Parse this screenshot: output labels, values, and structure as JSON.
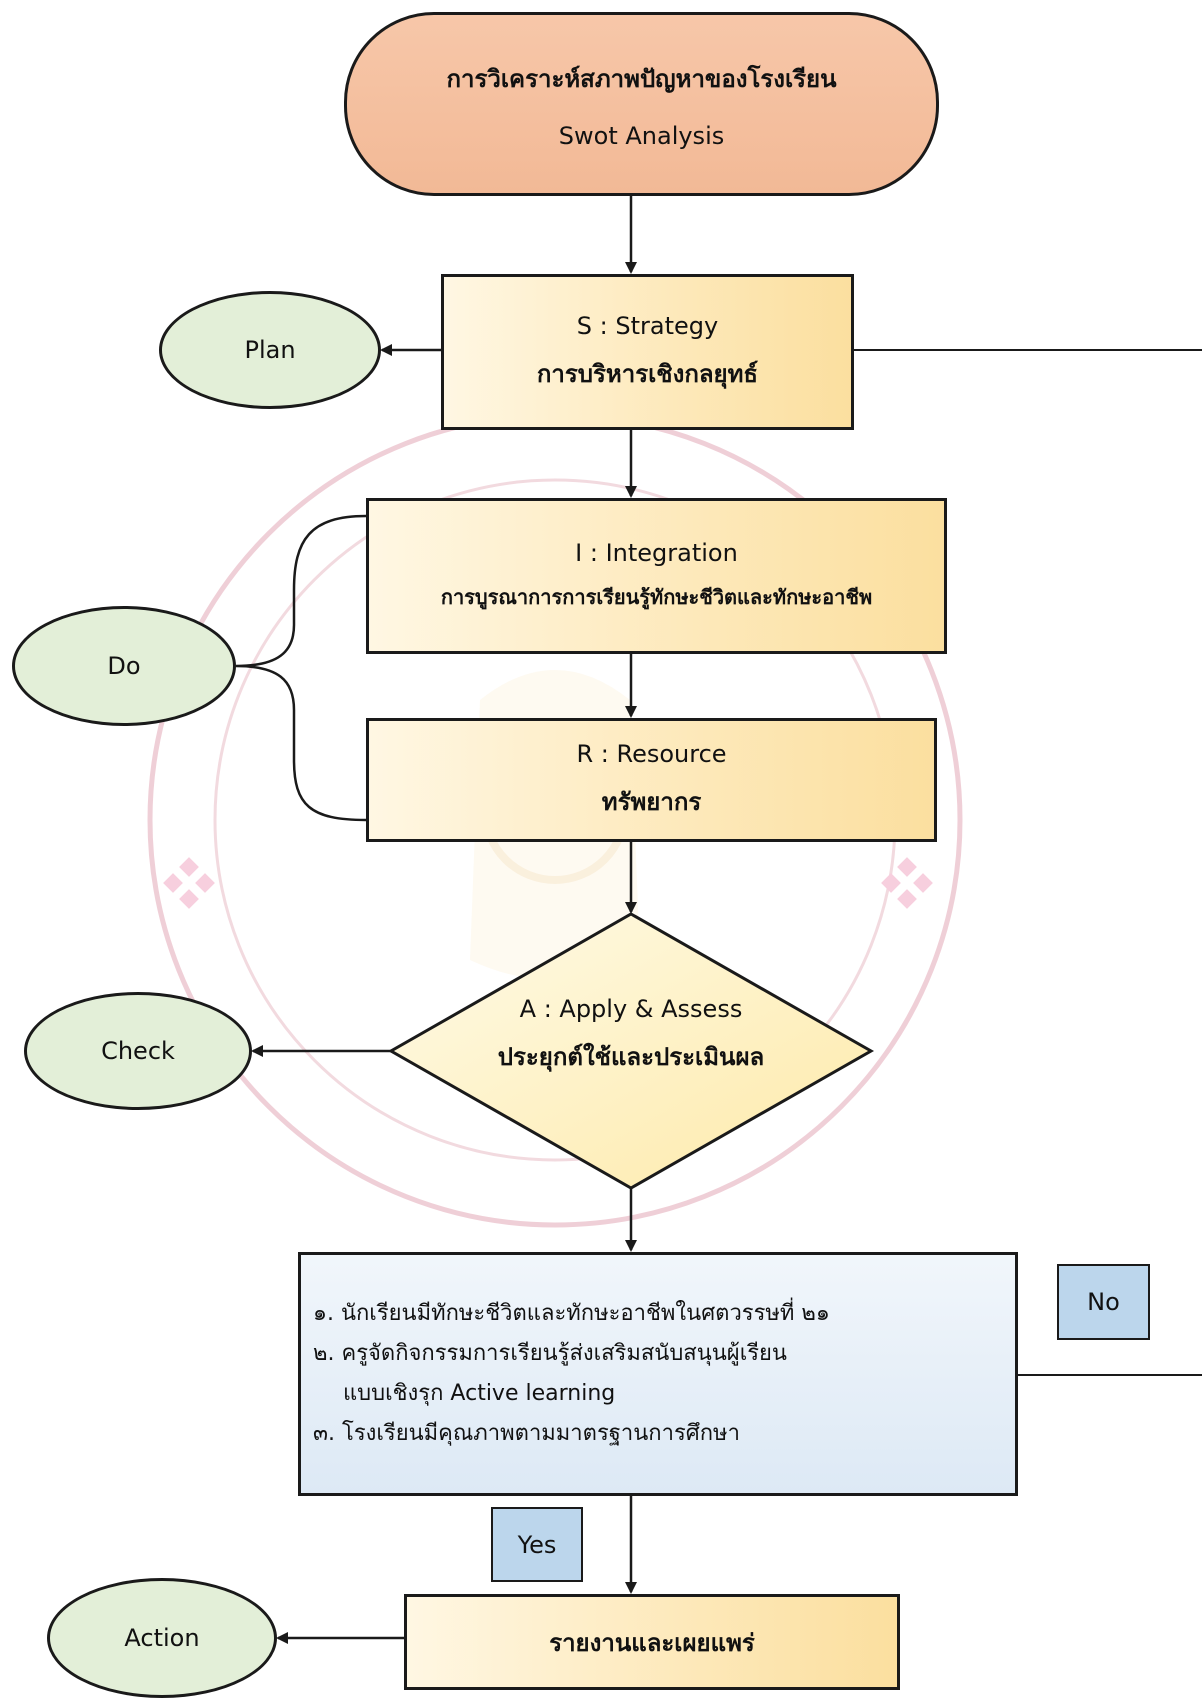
{
  "colors": {
    "terminator_fill": "#f4bf9f",
    "process_fill": "#fde8b8",
    "decision_fill": "#fdeeb6",
    "criteria_fill": "#e4eef8",
    "oval_fill": "#e3efd8",
    "tag_fill": "#bcd6ec",
    "watermark": "#e0a6b4"
  },
  "start": {
    "title": "การวิเคราะห์สภาพปัญหาของโรงเรียน",
    "subtitle": "Swot Analysis"
  },
  "strategy": {
    "title": "S : Strategy",
    "subtitle": "การบริหารเชิงกลยุทธ์"
  },
  "integration": {
    "title": "I : Integration",
    "subtitle": "การบูรณาการการเรียนรู้ทักษะชีวิตและทักษะอาชีพ"
  },
  "resource": {
    "title": "R : Resource",
    "subtitle": "ทรัพยากร"
  },
  "apply": {
    "title": "A : Apply & Assess",
    "subtitle": "ประยุกต์ใช้และประเมินผล"
  },
  "criteria": {
    "items": [
      "๑. นักเรียนมีทักษะชีวิตและทักษะอาชีพในศตวรรษที่ ๒๑",
      "๒. ครูจัดกิจกรรมการเรียนรู้ส่งเสริมสนับสนุนผู้เรียน",
      "แบบเชิงรุก Active learning",
      "๓. โรงเรียนมีคุณภาพตามมาตรฐานการศึกษา"
    ]
  },
  "report": {
    "title": "รายงานและเผยแพร่"
  },
  "pdca": {
    "plan": "Plan",
    "do": "Do",
    "check": "Check",
    "action": "Action"
  },
  "tags": {
    "no": "No",
    "yes": "Yes"
  }
}
